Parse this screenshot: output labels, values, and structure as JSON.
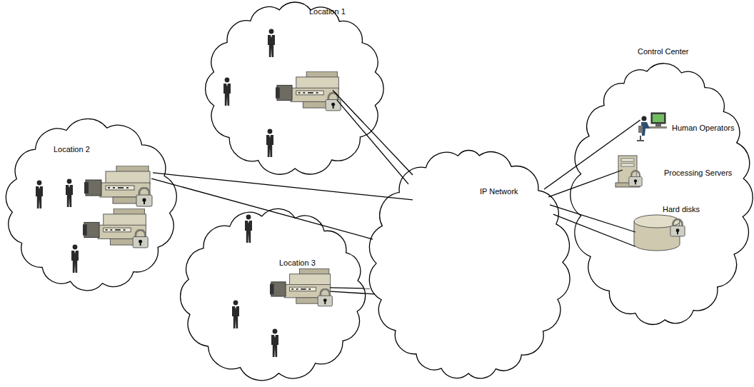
{
  "diagram": {
    "nodes": [
      {
        "text": [
          "Location 1"
        ]
      },
      {
        "text": [
          "Location 2"
        ]
      },
      {
        "text": [
          "Location 3"
        ]
      },
      {
        "text": [
          "IP Network"
        ]
      },
      {
        "text": [
          "Control Center"
        ]
      },
      {
        "text": [
          "Human Operators"
        ],
        "in": 4
      },
      {
        "text": [
          "Processing Servers"
        ],
        "in": 4
      },
      {
        "text": [
          "Hard disks"
        ],
        "in": 4
      }
    ],
    "edges": [
      {
        "from": 0,
        "to": 3,
        "arrow": "none"
      },
      {
        "from": 0,
        "to": 3,
        "arrow": "none"
      },
      {
        "from": 1,
        "to": 3,
        "arrow": "none"
      },
      {
        "from": 1,
        "to": 3,
        "arrow": "none"
      },
      {
        "from": 2,
        "to": 3,
        "arrow": "none"
      },
      {
        "from": 2,
        "to": 3,
        "arrow": "none"
      },
      {
        "from": 3,
        "to": 5,
        "arrow": "none"
      },
      {
        "from": 3,
        "to": 6,
        "arrow": "none"
      },
      {
        "from": 3,
        "to": 7,
        "arrow": "none"
      },
      {
        "from": 3,
        "to": 7,
        "arrow": "none"
      }
    ]
  }
}
